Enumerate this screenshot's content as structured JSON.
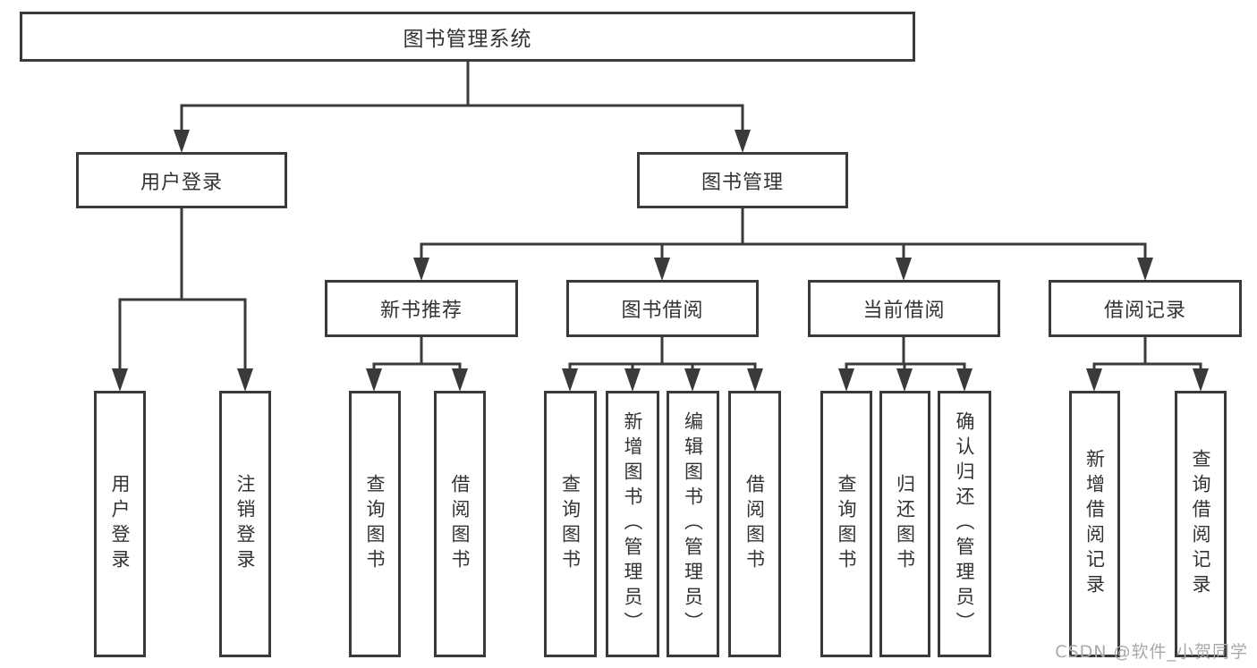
{
  "tree": {
    "root": {
      "label": "图书管理系统",
      "children": [
        {
          "label": "用户登录",
          "children": [
            {
              "label": "用户登录"
            },
            {
              "label": "注销登录"
            }
          ]
        },
        {
          "label": "图书管理",
          "children": [
            {
              "label": "新书推荐",
              "children": [
                {
                  "label": "查询图书"
                },
                {
                  "label": "借阅图书"
                }
              ]
            },
            {
              "label": "图书借阅",
              "children": [
                {
                  "label": "查询图书"
                },
                {
                  "label": "新增图书（管理员）"
                },
                {
                  "label": "编辑图书（管理员）"
                },
                {
                  "label": "借阅图书"
                }
              ]
            },
            {
              "label": "当前借阅",
              "children": [
                {
                  "label": "查询图书"
                },
                {
                  "label": "归还图书"
                },
                {
                  "label": "确认归还（管理员）"
                }
              ]
            },
            {
              "label": "借阅记录",
              "children": [
                {
                  "label": "新增借阅记录"
                },
                {
                  "label": "查询借阅记录"
                }
              ]
            }
          ]
        }
      ]
    }
  },
  "watermark": "CSDN @软件_小贺同学",
  "colors": {
    "line": "#3a3a3a",
    "text": "#333333",
    "watermark": "#a9a9ab",
    "background": "#ffffff"
  }
}
